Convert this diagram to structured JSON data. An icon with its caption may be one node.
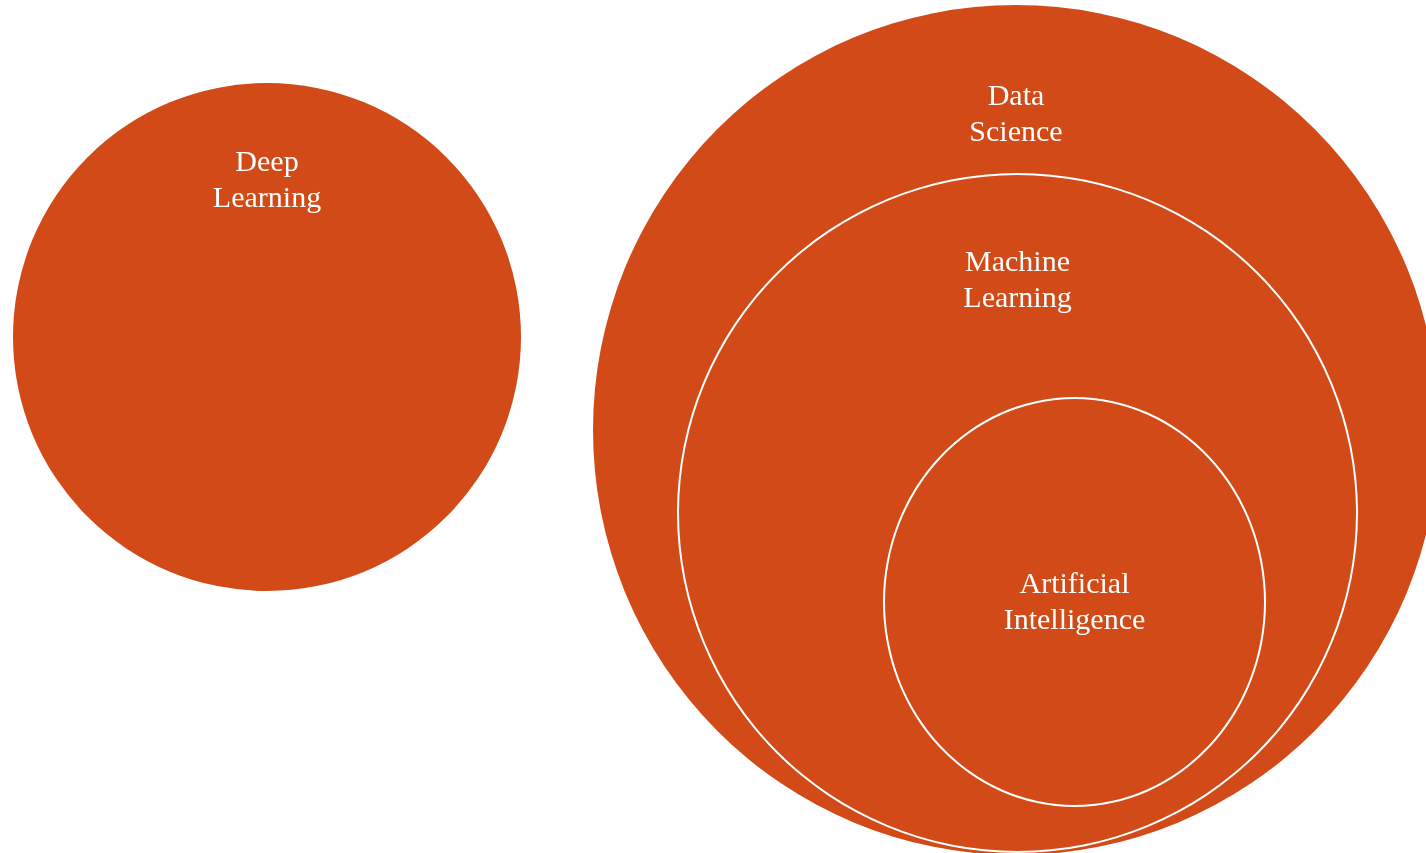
{
  "diagram": {
    "nodes": [
      {
        "text": [
          "Deep Learning"
        ]
      },
      {
        "text": [
          "Data Science"
        ]
      },
      {
        "text": [
          "Machine Learning"
        ],
        "in": 1
      },
      {
        "text": [
          "Artificial Intelligence"
        ],
        "in": 2
      }
    ]
  }
}
